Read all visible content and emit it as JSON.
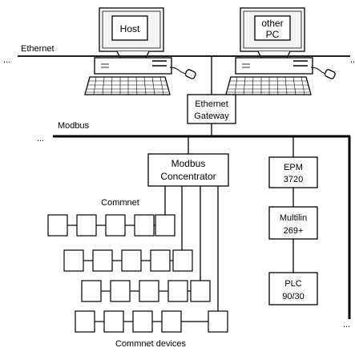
{
  "network": {
    "ethernet_label": "Ethernet",
    "modbus_label": "Modbus",
    "ellipsis": "..."
  },
  "computers": {
    "host_label": "Host",
    "other_label_line1": "other",
    "other_label_line2": "PC"
  },
  "gateway": {
    "line1": "Ethernet",
    "line2": "Gateway"
  },
  "concentrator": {
    "line1": "Modbus",
    "line2": "Concentrator"
  },
  "devices": [
    {
      "line1": "EPM",
      "line2": "3720"
    },
    {
      "line1": "Multilin",
      "line2": "269+"
    },
    {
      "line1": "PLC",
      "line2": "90/30"
    }
  ],
  "commnet": {
    "label": "Commnet",
    "devices_label": "Commnet devices"
  }
}
